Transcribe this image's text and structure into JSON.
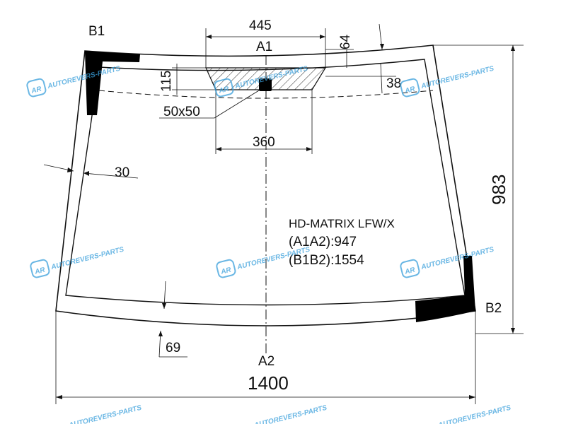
{
  "labels": {
    "point_a1": "A1",
    "point_a2": "A2",
    "point_b1": "B1",
    "point_b2": "B2"
  },
  "dimensions": {
    "top_bracket_width": "445",
    "top_edge_offset": "64",
    "bracket_height": "115",
    "side_offset_top_right": "38",
    "sensor_size": "50x50",
    "bracket_base_width": "360",
    "side_band_width": "30",
    "bottom_band_width": "69",
    "total_width": "1400",
    "total_height": "983"
  },
  "model": {
    "name": "HD-MATRIX LFW/X",
    "a1a2": "(A1A2):947",
    "b1b2": "(B1B2):1554"
  },
  "watermark": {
    "text": "AUTOREVERS-PARTS",
    "logo": "AR",
    "color": "#3aa0dc"
  },
  "colors": {
    "outline": "#111111",
    "fill": "#000000",
    "watermark": "#3aa0dc"
  }
}
